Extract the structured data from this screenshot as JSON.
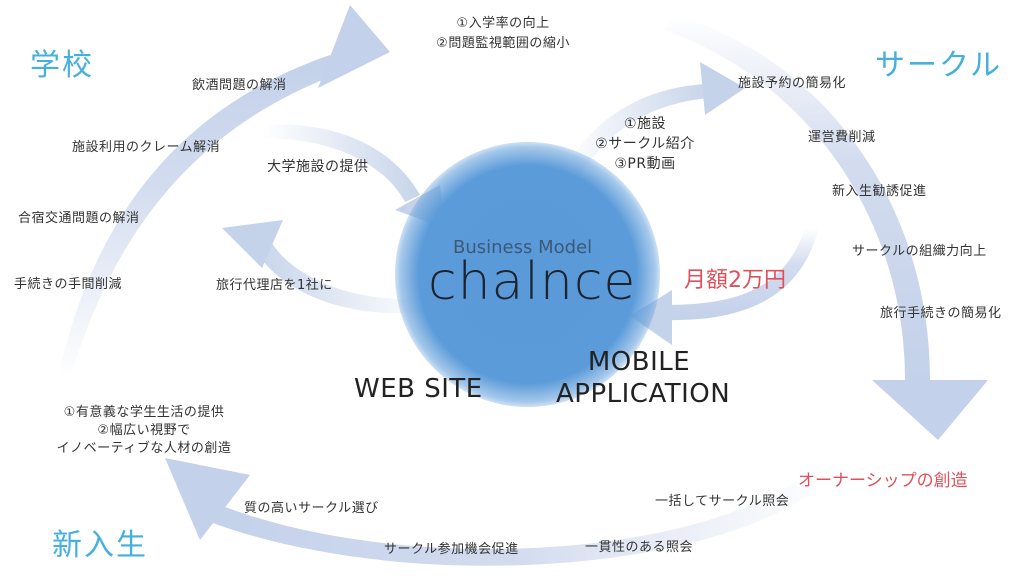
{
  "corners": {
    "school": "学校",
    "circle_club": "サークル",
    "freshman": "新入生"
  },
  "center": {
    "business_model": "Business Model",
    "name": "chalnce",
    "web_site": "WEB SITE",
    "mobile_line1": "MOBILE",
    "mobile_line2": "APPLICATION"
  },
  "price": "月額2万円",
  "ownership": "オーナーシップの創造",
  "top": {
    "line1": "①入学率の向上",
    "line2": "②問題監視範囲の縮小"
  },
  "inner": {
    "line1": "①施設",
    "line2": "②サークル紹介",
    "line3": "③PR動画"
  },
  "school_side": {
    "drinking": "飲酒問題の解消",
    "facility_claims": "施設利用のクレーム解消",
    "camp_transport": "合宿交通問題の解消",
    "procedures": "手続きの手間削減",
    "facility_provide": "大学施設の提供",
    "travel_agency": "旅行代理店を1社に"
  },
  "club_side": {
    "booking": "施設予約の簡易化",
    "cost_cut": "運営費削減",
    "recruit": "新入生勧誘促進",
    "org_power": "サークルの組織力向上",
    "travel_proc": "旅行手続きの簡易化"
  },
  "freshman_side": {
    "line1": "①有意義な学生生活の提供",
    "line2": "②幅広い視野で",
    "line3": "イノベーティブな人材の創造",
    "quality": "質の高いサークル選び",
    "participation": "サークル参加機会促進",
    "bulk_inquiry": "一括してサークル照会",
    "consistent": "一貫性のある照会"
  },
  "colors": {
    "arrow": "#c5d3ea",
    "corner_text": "#45b0dd",
    "circle": "#5b9bd9",
    "red_text": "#e0505a"
  }
}
